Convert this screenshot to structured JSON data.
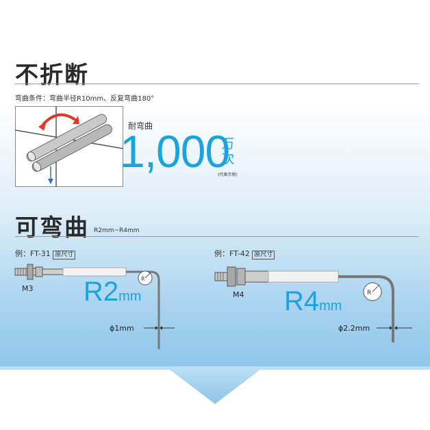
{
  "section1": {
    "title": "不折断",
    "condition": "弯曲条件：弯曲半径R10mm、反复弯曲180°",
    "label": "耐弯曲",
    "number": "1,000",
    "unit_1": "万",
    "unit_2": "次",
    "note": "(代表示例)"
  },
  "section2": {
    "title": "可弯曲",
    "range": "R2mm~R4mm",
    "left": {
      "example": "例：FT-31",
      "tag": "原尺寸",
      "thread": "M3",
      "radius_big": "R2",
      "radius_unit": "mm",
      "circle_label": "R",
      "diameter": "ϕ1mm"
    },
    "right": {
      "example": "例：FT-42",
      "tag": "原尺寸",
      "thread": "M4",
      "radius_big": "R4",
      "radius_unit": "mm",
      "circle_label": "R",
      "diameter": "ϕ2.2mm"
    }
  },
  "colors": {
    "accent": "#1aa3dc",
    "arrow_red": "#e0392b",
    "arrow_blue": "#2a6fc9"
  }
}
